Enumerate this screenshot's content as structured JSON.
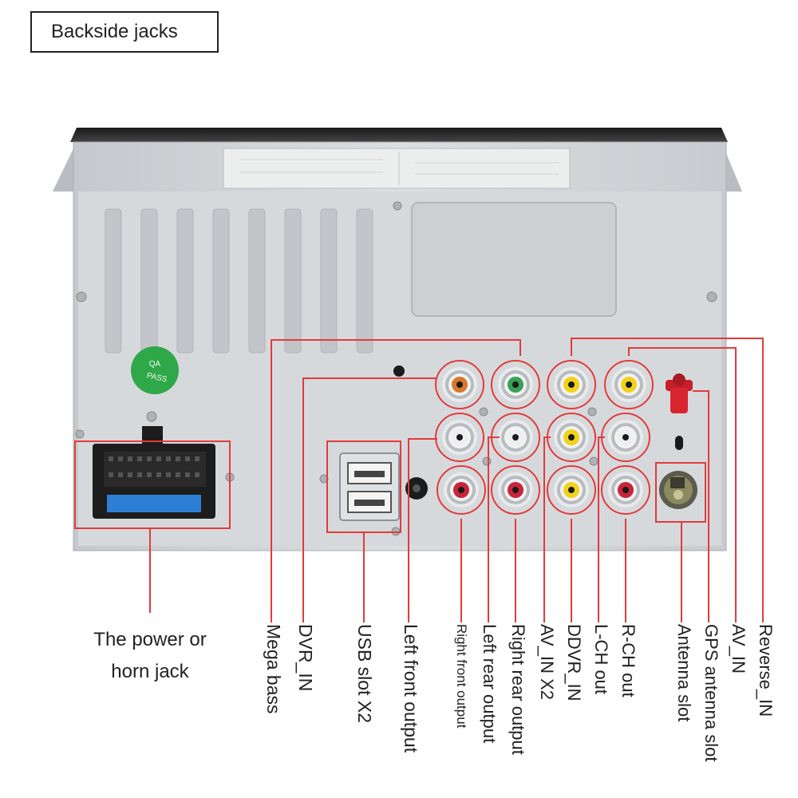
{
  "title": "Backside jacks",
  "sticker": {
    "line1": "QA",
    "line2": "PASS"
  },
  "power_label": {
    "line1": "The power or",
    "line2": "horn jack"
  },
  "labels": {
    "mega_bass": "Mega bass",
    "dvr_in": "DVR_IN",
    "usb_slot": "USB slot X2",
    "left_front_output": "Left front output",
    "right_front_output": "Right front output",
    "left_rear_output": "Left rear output",
    "right_rear_output": "Right rear output",
    "av_in_x2": "AV_IN X2",
    "ddvr_in": "DDVR_IN",
    "l_ch_out": "L-CH out",
    "r_ch_out": "R-CH out",
    "antenna_slot": "Antenna slot",
    "gps_antenna_slot": "GPS antenna slot",
    "av_in": "AV_IN",
    "reverse_in": "Reverse_IN"
  },
  "colors": {
    "leader_line": "#e23b3b",
    "chassis": "#d3d6da",
    "jack_orange": "#d9782a",
    "jack_green": "#3aa055",
    "jack_yellow": "#f0d21a",
    "jack_white": "#eeeeee",
    "jack_red": "#c8243a",
    "sticker": "#2fa84a"
  }
}
